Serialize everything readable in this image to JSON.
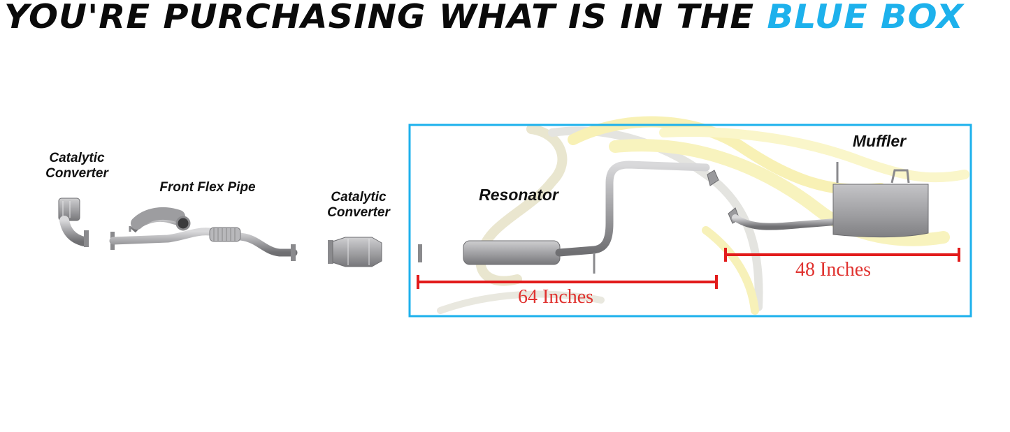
{
  "headline": {
    "prefix": "YOU'RE PURCHASING WHAT IS IN THE",
    "accent": "BLUE BOX"
  },
  "colors": {
    "accent_blue": "#1db1ec",
    "measure_red": "#e21b1b",
    "watermark_gold": "#f0e24a",
    "pipe_gray": "#9a9a9c"
  },
  "parts": {
    "cat_converter_front_label": "Catalytic\nConverter",
    "front_flex_pipe_label": "Front Flex Pipe",
    "cat_converter_mid_label": "Catalytic\nConverter",
    "resonator_label": "Resonator",
    "muffler_label": "Muffler"
  },
  "measurements": {
    "resonator_length": "64 Inches",
    "muffler_length": "48 Inches"
  }
}
